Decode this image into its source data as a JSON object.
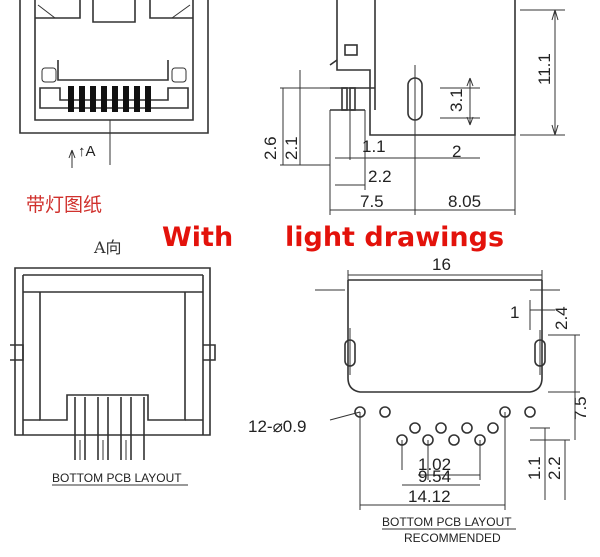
{
  "labels": {
    "chinese_title": "带灯图纸",
    "a_direction": "A向",
    "a_arrow": "↑A",
    "headline_with": "With",
    "headline_light": "light drawings",
    "bottom_pcb_left": "BOTTOM PCB LAYOUT",
    "bottom_pcb_right": "BOTTOM PCB LAYOUT",
    "recommended": "RECOMMENDED"
  },
  "dimensions": {
    "side_height": "11.1",
    "led_height": "3.1",
    "d_2_6": "2.6",
    "d_2_1": "2.1",
    "d_1_1": "1.1",
    "d_2": "2",
    "d_2_2": "2.2",
    "d_7_5": "7.5",
    "d_8_05": "8.05",
    "width_16": "16",
    "d_1": "1",
    "d_2_4": "2.4",
    "d_7_5_vert": "7.5",
    "holes": "12-⌀0.9",
    "d_1_02": "1.02",
    "d_9_54": "9.54",
    "d_14_12": "14.12",
    "d_1_1_vert": "1.1",
    "d_2_2_vert": "2.2"
  },
  "colors": {
    "headline": "#e3120b",
    "chinese_label": "#d0312d",
    "line": "#333333"
  }
}
